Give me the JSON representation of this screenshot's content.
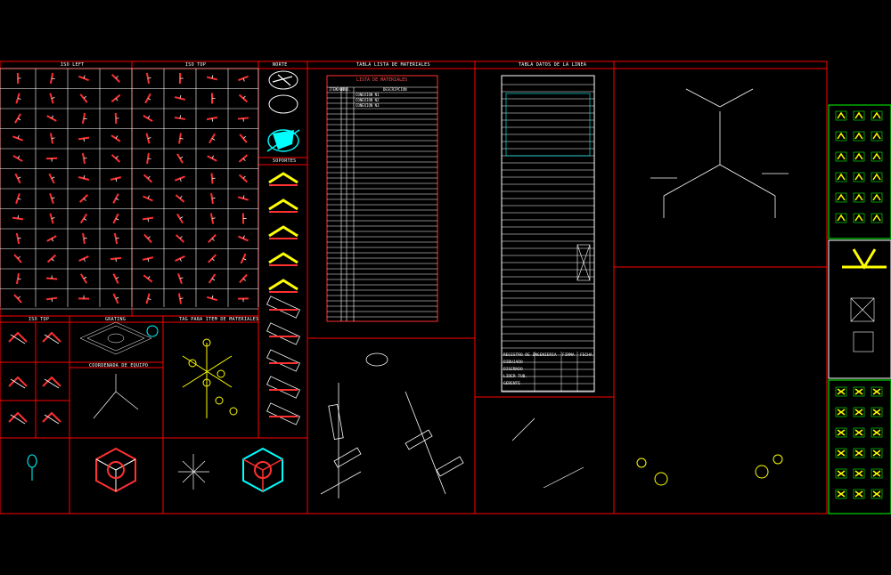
{
  "headers": {
    "iso_left": "ISO LEFT",
    "iso_top_upper": "ISO TOP",
    "norte": "NORTE",
    "soportes": "SOPORTES",
    "materials_table": "TABLA LISTA DE MATERIALES",
    "line_data_table": "TABLA DATOS DE LA LINEA",
    "iso_top_lower": "ISO TOP",
    "grating": "GRATING",
    "tag_items": "TAG PARA ITEM DE MATERIALES",
    "equipment_coord": "COORDENADA DE EQUIPO"
  },
  "materials_list": {
    "title": "LISTA DE MATERIALES",
    "col_headers": [
      "ITEM",
      "CANT.",
      "UND.",
      "DESCRIPCION"
    ],
    "rows": [
      "CONEXION N1",
      "CONEXION N2",
      "CONEXION N3"
    ]
  },
  "line_data": {
    "engineering_register": "REGISTRO DE INGENIERIA",
    "col_firma": "FIRMA",
    "col_fecha": "FECHA",
    "roles": [
      "DIBUJADO",
      "DISEÑADO",
      "LIDER TUB.",
      "GERENTE"
    ]
  },
  "north_symbol": "N",
  "colors": {
    "background": "#000000",
    "frame": "#ff0000",
    "grid": "#ffffff",
    "symbols": "#ff3030",
    "accent_yellow": "#ffff00",
    "accent_cyan": "#00ffff",
    "accent_green": "#00ff00"
  },
  "icons": [
    "compass-north-icon",
    "pipe-support-icon",
    "grating-icon",
    "coordinate-axes-icon",
    "valve-cube-icon"
  ]
}
